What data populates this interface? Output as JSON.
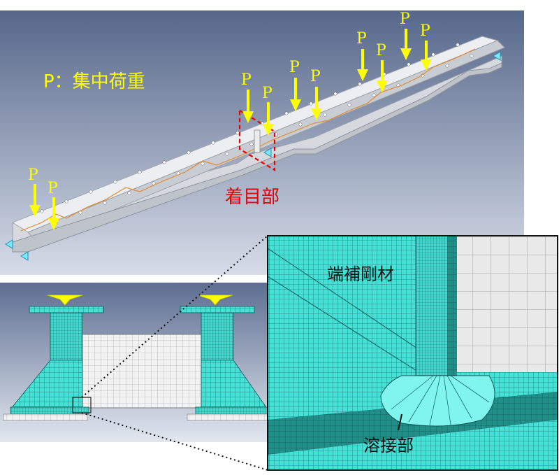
{
  "labels": {
    "legend_p": "P：集中荷重",
    "focus_region": "着目部",
    "end_stiffener": "端補剛材",
    "weld": "溶接部"
  },
  "load_symbol": "P",
  "colors": {
    "load_arrow": "#ffff00",
    "load_text": "#ffff00",
    "focus_text": "#e60000",
    "focus_box": "#e60000",
    "mesh_cyan": "#3ddfd6",
    "mesh_line": "#1a6f6a",
    "background_top": "#5f6f8f",
    "background_bottom": "#dbe1ec"
  },
  "icons": {
    "support": "support-triangle-icon",
    "load": "load-arrow-icon"
  }
}
